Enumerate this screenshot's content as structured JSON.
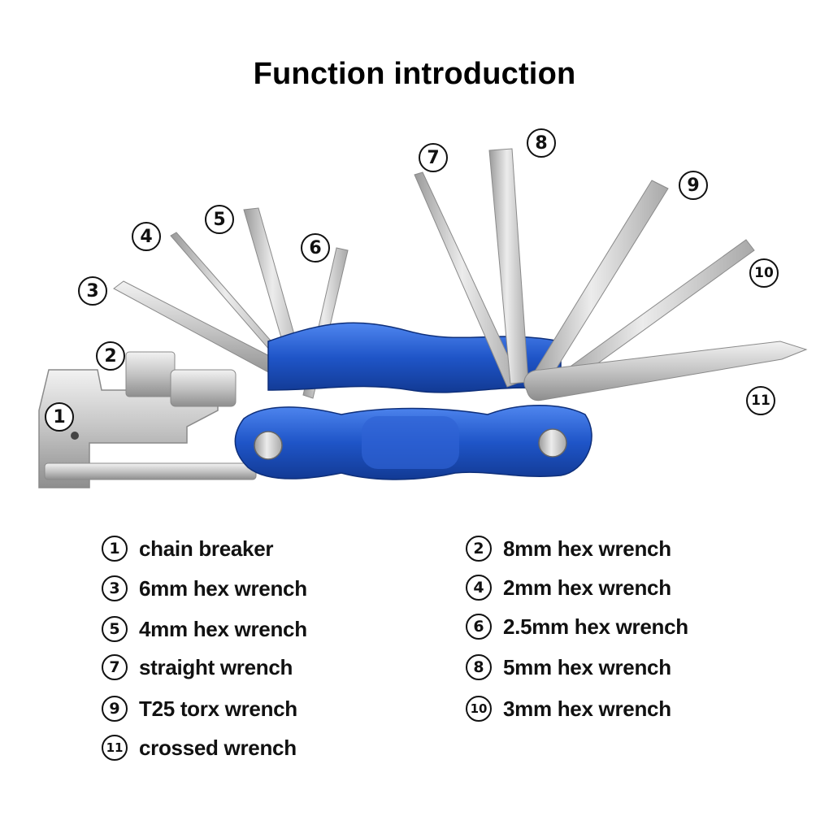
{
  "title": "Function introduction",
  "callouts": [
    "1",
    "2",
    "3",
    "4",
    "5",
    "6",
    "7",
    "8",
    "9",
    "10",
    "11"
  ],
  "legend": [
    {
      "num": "1",
      "label": "chain breaker"
    },
    {
      "num": "2",
      "label": "8mm hex wrench"
    },
    {
      "num": "3",
      "label": "6mm hex wrench"
    },
    {
      "num": "4",
      "label": "2mm hex wrench"
    },
    {
      "num": "5",
      "label": "4mm hex wrench"
    },
    {
      "num": "6",
      "label": "2.5mm hex wrench"
    },
    {
      "num": "7",
      "label": "straight wrench"
    },
    {
      "num": "8",
      "label": "5mm hex wrench"
    },
    {
      "num": "9",
      "label": "T25 torx wrench"
    },
    {
      "num": "10",
      "label": "3mm hex wrench"
    },
    {
      "num": "11",
      "label": "crossed wrench"
    }
  ],
  "colors": {
    "body_blue": "#1f55c8",
    "steel": "#cfcfcf",
    "text": "#111111"
  }
}
